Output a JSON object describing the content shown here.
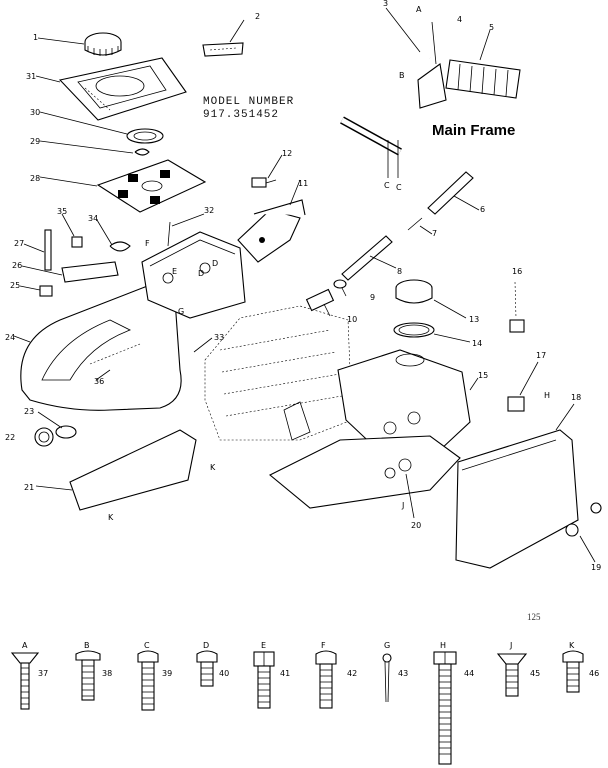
{
  "model_label": "MODEL NUMBER",
  "model_number": "917.351452",
  "section_title": "Main Frame",
  "page_mark": "125",
  "callouts": [
    "1",
    "2",
    "3",
    "4",
    "5",
    "6",
    "7",
    "8",
    "9",
    "10",
    "11",
    "12",
    "13",
    "14",
    "15",
    "16",
    "17",
    "18",
    "19",
    "20",
    "21",
    "22",
    "23",
    "24",
    "25",
    "26",
    "27",
    "28",
    "29",
    "30",
    "31",
    "32",
    "33",
    "34",
    "35",
    "36"
  ],
  "letter_marks": [
    "A",
    "B",
    "C",
    "C",
    "D",
    "D",
    "E",
    "F",
    "G",
    "H",
    "J",
    "K",
    "K"
  ],
  "fasteners": [
    {
      "letter": "A",
      "num": "37"
    },
    {
      "letter": "B",
      "num": "38"
    },
    {
      "letter": "C",
      "num": "39"
    },
    {
      "letter": "D",
      "num": "40"
    },
    {
      "letter": "E",
      "num": "41"
    },
    {
      "letter": "F",
      "num": "42"
    },
    {
      "letter": "G",
      "num": "43"
    },
    {
      "letter": "H",
      "num": "44"
    },
    {
      "letter": "J",
      "num": "45"
    },
    {
      "letter": "K",
      "num": "46"
    }
  ]
}
